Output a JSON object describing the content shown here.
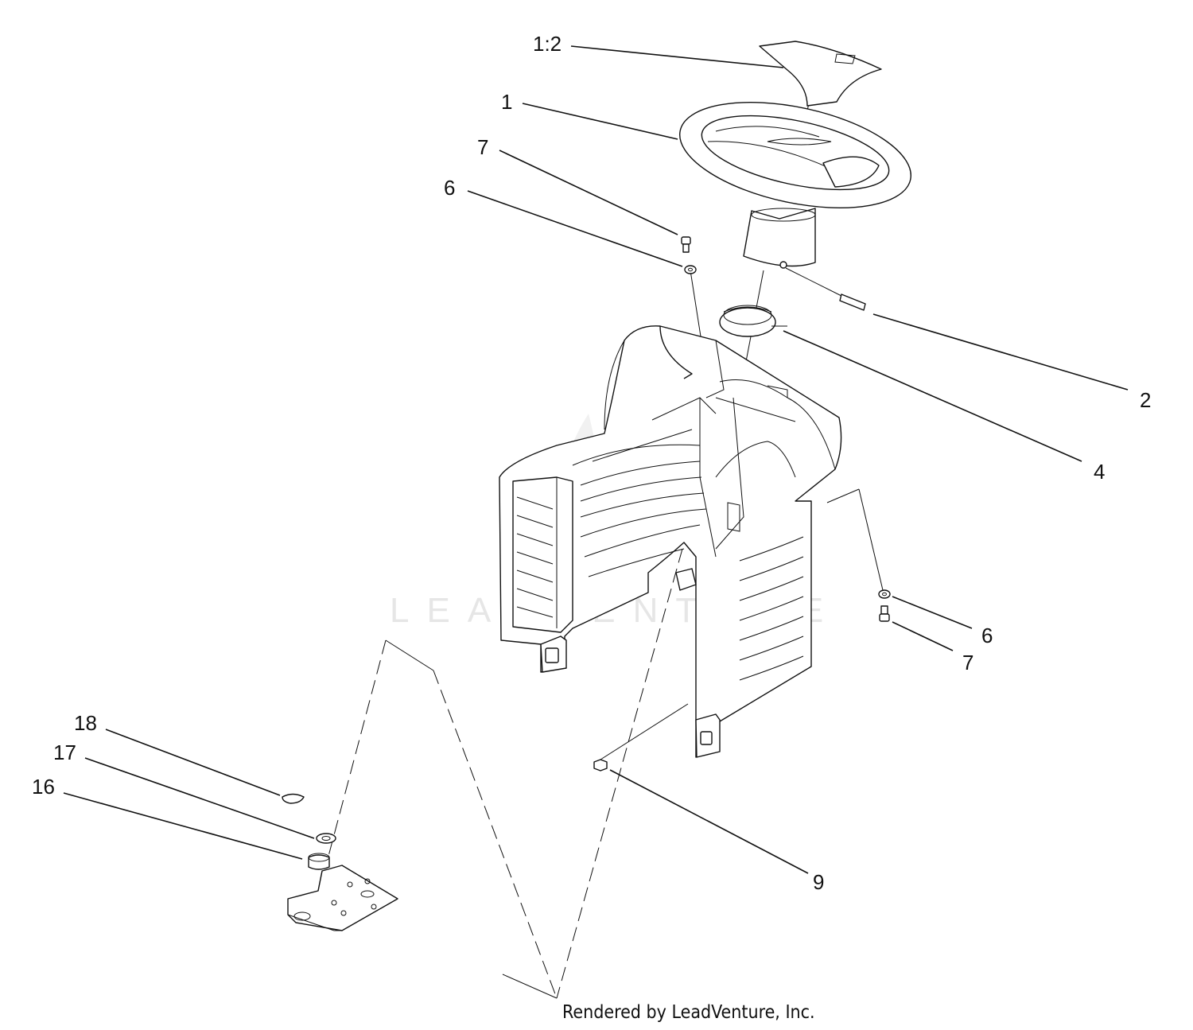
{
  "diagram": {
    "callouts": {
      "c_1_2": "1:2",
      "c_1": "1",
      "c_7_top": "7",
      "c_6_top": "6",
      "c_2": "2",
      "c_4": "4",
      "c_6_right": "6",
      "c_7_right": "7",
      "c_18": "18",
      "c_17": "17",
      "c_16": "16",
      "c_9": "9"
    },
    "watermark": "LEADVENTURE",
    "credit": "Rendered by LeadVenture, Inc."
  }
}
